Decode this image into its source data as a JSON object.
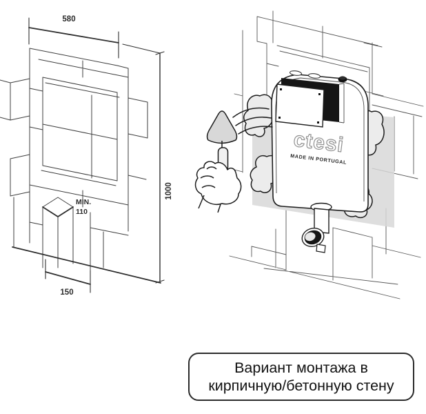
{
  "left_diagram": {
    "dim_width_top": "580",
    "dim_height_right": "1000",
    "dim_depth_label": "MIN.",
    "dim_depth_value": "110",
    "dim_bottom_width": "150"
  },
  "right_diagram": {
    "brand_logo": "ctesi",
    "brand_subtitle": "MADE IN PORTUGAL"
  },
  "caption": {
    "line1": "Вариант монтажа в",
    "line2": "кирпичную/бетонную стену"
  },
  "colors": {
    "line": "#3d3d3d",
    "dark_line": "#1c1c1c",
    "highlight_gray": "#d8d8d8",
    "mortar_fill": "#ececec",
    "panel_dark": "#161616"
  }
}
